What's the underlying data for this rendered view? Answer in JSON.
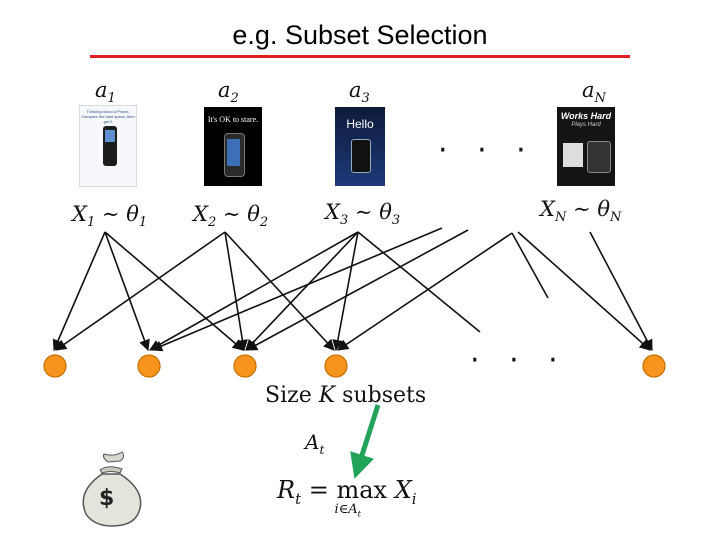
{
  "title": "e.g. Subset Selection",
  "arms": [
    {
      "label": "a",
      "sub": "1",
      "rv": "X",
      "rvsub": "1",
      "theta": "θ",
      "thetasub": "1"
    },
    {
      "label": "a",
      "sub": "2",
      "rv": "X",
      "rvsub": "2",
      "theta": "θ",
      "thetasub": "2"
    },
    {
      "label": "a",
      "sub": "3",
      "rv": "X",
      "rvsub": "3",
      "theta": "θ",
      "thetasub": "3"
    },
    {
      "label": "a",
      "sub": "N",
      "rv": "X",
      "rvsub": "N",
      "theta": "θ",
      "thetasub": "N"
    }
  ],
  "sim": "∼",
  "ads": {
    "ad1_line1": "Thinking about a Phone, Compare the best specs, then get it",
    "ad2_text": "It's OK to stare.",
    "ad3_text": "Hello",
    "ad4_brand": "Works Hard",
    "ad4_sub": "Plays Hard"
  },
  "ellipsis_top": "· · ·",
  "ellipsis_mid": "· · ·",
  "subsets": {
    "prefix": "Size",
    "var": "K",
    "suffix": "subsets"
  },
  "action": {
    "var": "A",
    "sub": "t"
  },
  "reward": {
    "lhs": "R",
    "lhs_sub": "t",
    "eq": "=",
    "op": "max",
    "op_sub": "i∈A",
    "op_sub2": "t",
    "rhs": "X",
    "rhs_sub": "i"
  },
  "bag": {
    "symbol": "$"
  },
  "colors": {
    "rule": "#e02020",
    "node": "#f7941d",
    "node_stroke": "#c86f00",
    "arrow": "#111111",
    "green": "#22a35a"
  }
}
